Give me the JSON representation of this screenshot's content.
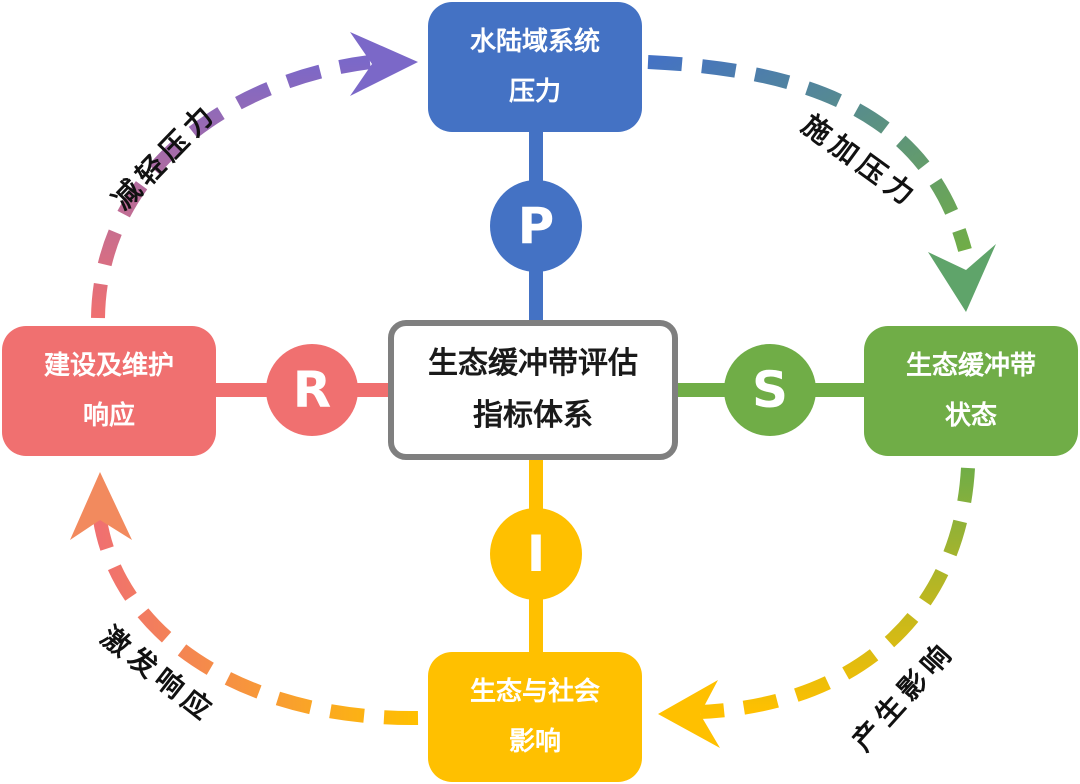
{
  "boxes": {
    "pressure": {
      "line1": "水陆域系统",
      "line2": "压力",
      "color": "#4472c4"
    },
    "state": {
      "line1": "生态缓冲带",
      "line2": "状态",
      "color": "#70ad47"
    },
    "impact": {
      "line1": "生态与社会",
      "line2": "影响",
      "color": "#ffc000"
    },
    "response": {
      "line1": "建设及维护",
      "line2": "响应",
      "color": "#f07070"
    }
  },
  "center": {
    "line1": "生态缓冲带评估",
    "line2": "指标体系",
    "border_color": "#7f7f7f"
  },
  "nodes": {
    "p": {
      "letter": "P",
      "color": "#4472c4"
    },
    "s": {
      "letter": "S",
      "color": "#70ad47"
    },
    "i": {
      "letter": "I",
      "color": "#ffc000"
    },
    "r": {
      "letter": "R",
      "color": "#f07070"
    }
  },
  "arcs": {
    "apply_pressure": "施加压力",
    "produce_impact": "产生影响",
    "trigger_response": "激发响应",
    "reduce_pressure": "减轻压力"
  }
}
